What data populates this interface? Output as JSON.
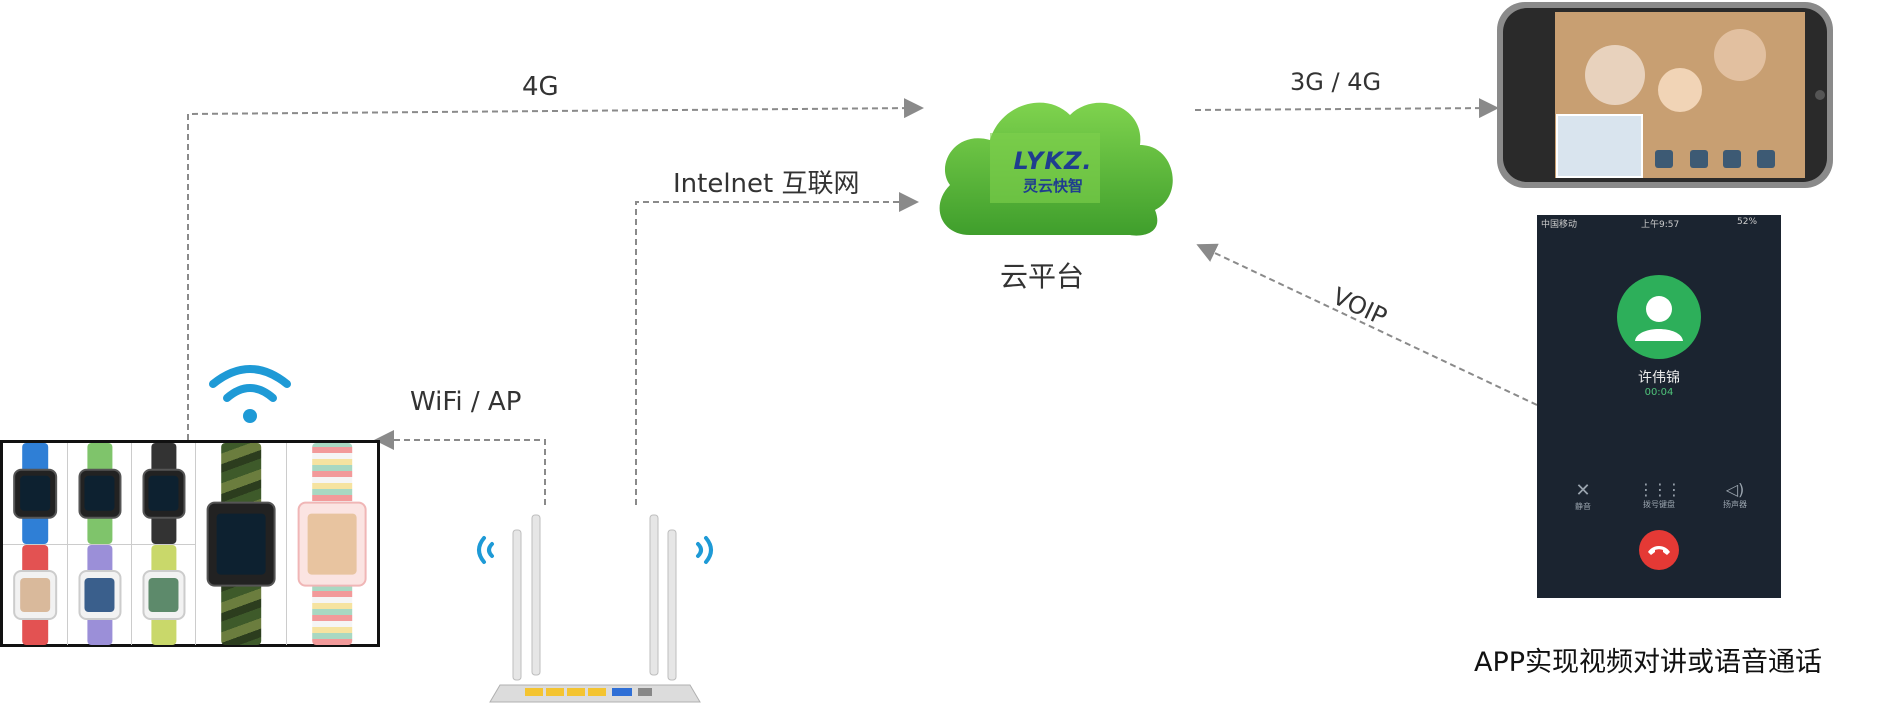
{
  "labels": {
    "link_4g": "4G",
    "link_internet": "Intelnet 互联网",
    "link_3g4g": "3G / 4G",
    "link_wifi": "WiFi / AP",
    "link_voip": "VOIP",
    "cloud_caption": "云平台",
    "app_caption": "APP实现视频对讲或语音通话"
  },
  "cloud_logo": {
    "mark": "LYKZ.",
    "name": "灵云快智"
  },
  "call_screen": {
    "status_left": "中国移动",
    "status_time": "上午9:57",
    "status_battery": "52%",
    "caller_name": "许伟锦",
    "call_timer": "00:04",
    "btn_mute": "静音",
    "btn_keypad": "拨号键盘",
    "btn_speaker": "扬声器"
  },
  "colors": {
    "cloud_green": "#5fbf3a",
    "wifi_blue": "#1e9ad6",
    "hangup_red": "#e53935",
    "avatar_green": "#2daf5a",
    "dashed_line": "#8a8a8a"
  },
  "icons": {
    "wifi": "wifi-icon",
    "router_signal": "signal-waves-icon",
    "hangup": "phone-hangup-icon",
    "avatar": "user-avatar-icon"
  }
}
